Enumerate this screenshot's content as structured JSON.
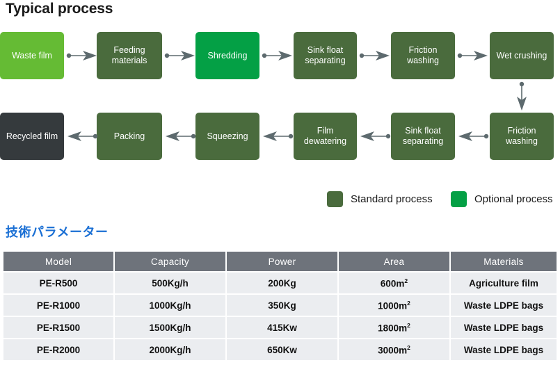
{
  "header": {
    "title": "Typical process"
  },
  "colors": {
    "standard": "#4a6b3d",
    "optional": "#04a045",
    "start": "#65bb34",
    "end": "#353a3d",
    "arrow": "#5d6a6e",
    "table_header": "#6e737b",
    "table_row": "#ebedf0",
    "jp_title": "#1a6fd4"
  },
  "flow": {
    "row1": [
      {
        "label": "Waste film",
        "type": "start"
      },
      {
        "label": "Feeding materials",
        "type": "standard"
      },
      {
        "label": "Shredding",
        "type": "optional"
      },
      {
        "label": "Sink float separating",
        "type": "standard"
      },
      {
        "label": "Friction washing",
        "type": "standard"
      },
      {
        "label": "Wet crushing",
        "type": "standard"
      }
    ],
    "row2": [
      {
        "label": "Recycled film",
        "type": "end"
      },
      {
        "label": "Packing",
        "type": "standard"
      },
      {
        "label": "Squeezing",
        "type": "standard"
      },
      {
        "label": "Film dewatering",
        "type": "standard"
      },
      {
        "label": "Sink float separating",
        "type": "standard"
      },
      {
        "label": "Friction washing",
        "type": "standard"
      }
    ]
  },
  "legend": [
    {
      "label": "Standard process",
      "type": "standard"
    },
    {
      "label": "Optional process",
      "type": "optional"
    }
  ],
  "spec_section": {
    "title": "技術パラメーター",
    "columns": [
      "Model",
      "Capacity",
      "Power",
      "Area",
      "Materials"
    ],
    "rows": [
      {
        "model": "PE-R500",
        "capacity": "500Kg/h",
        "power": "200Kg",
        "area_value": "600m",
        "area_unit": "2",
        "materials": "Agriculture film"
      },
      {
        "model": "PE-R1000",
        "capacity": "1000Kg/h",
        "power": "350Kg",
        "area_value": "1000m",
        "area_unit": "2",
        "materials": "Waste LDPE bags"
      },
      {
        "model": "PE-R1500",
        "capacity": "1500Kg/h",
        "power": "415Kw",
        "area_value": "1800m",
        "area_unit": "2",
        "materials": "Waste LDPE bags"
      },
      {
        "model": "PE-R2000",
        "capacity": "2000Kg/h",
        "power": "650Kw",
        "area_value": "3000m",
        "area_unit": "2",
        "materials": "Waste LDPE bags"
      }
    ]
  }
}
